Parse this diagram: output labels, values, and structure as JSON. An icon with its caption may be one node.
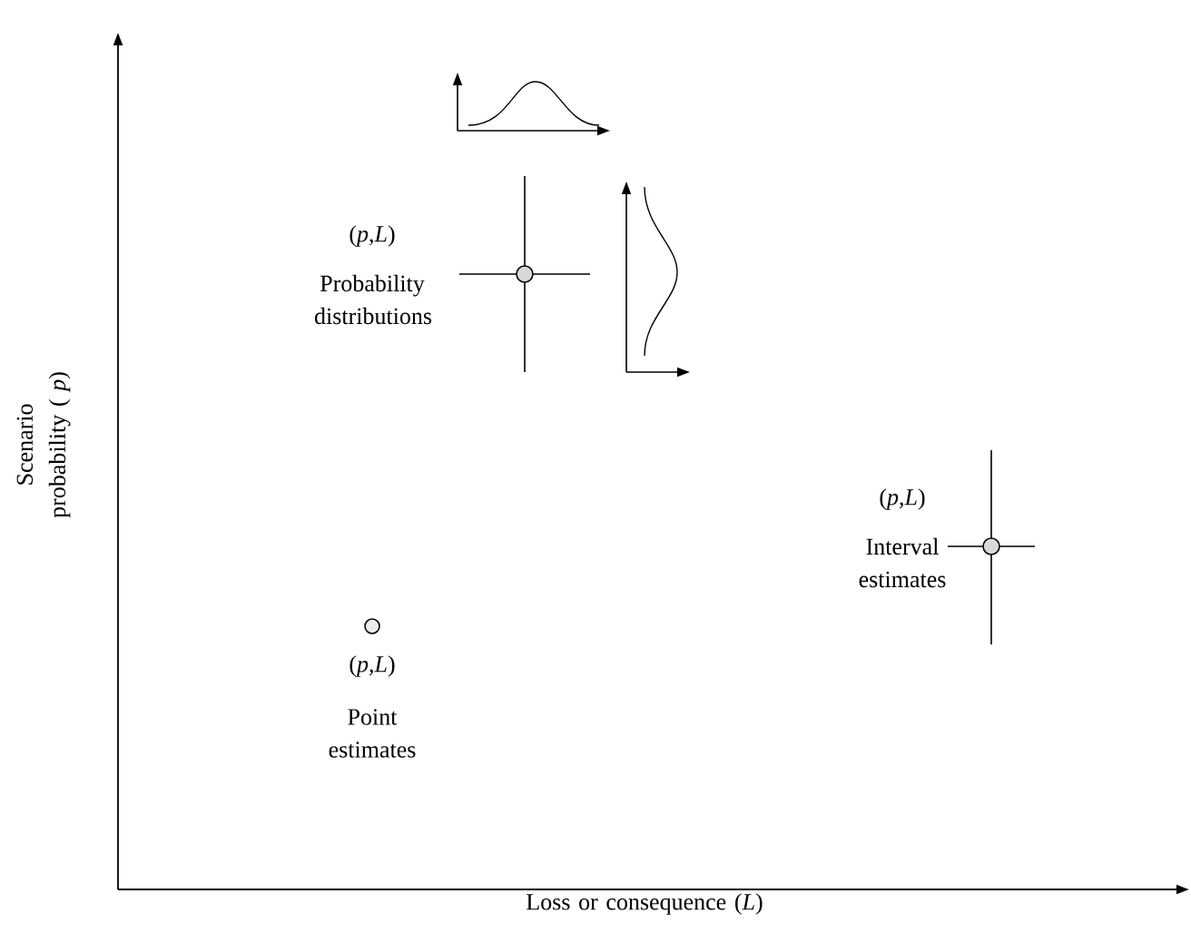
{
  "diagram": {
    "labels": [
      "Scenario probability ( *p*)",
      "(*p*,*L*)",
      "Probability distributions",
      "(*p*,*L*)",
      "Interval estimates",
      "(*p*,*L*)",
      "Point estimates",
      "Loss or consequence (*L*)"
    ]
  }
}
